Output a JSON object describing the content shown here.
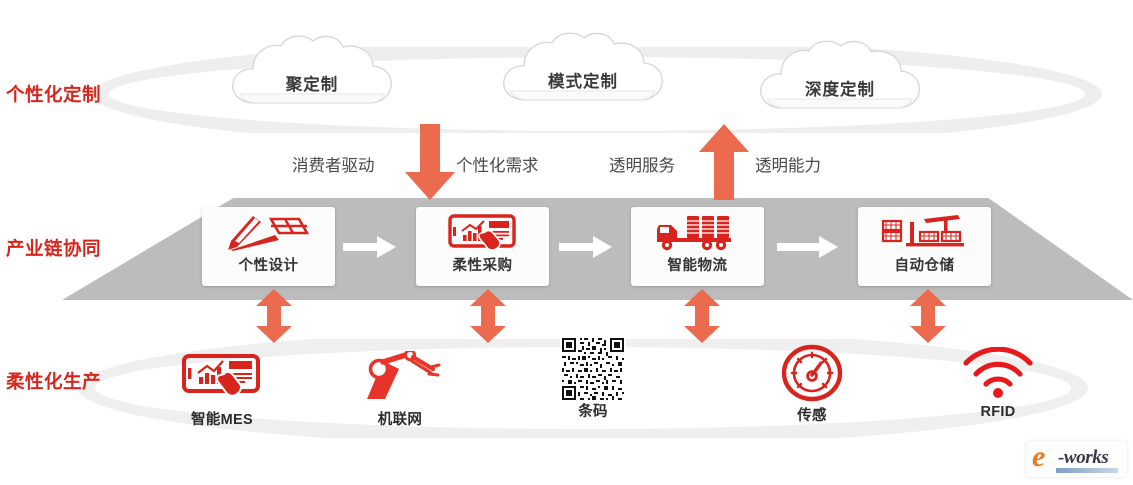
{
  "meta": {
    "colors": {
      "accent_red": "#d7261d",
      "arrow_orange": "#ec6b4e",
      "icon_red": "#d9231d",
      "band_gray": "#bcbcbc",
      "ring_gray": "#ededee",
      "logo_orange": "#e8791e",
      "logo_dark": "#3a3a46"
    }
  },
  "sections": [
    {
      "id": "customization",
      "label": "个性化定制"
    },
    {
      "id": "chain-collab",
      "label": "产业链协同"
    },
    {
      "id": "flexible-production",
      "label": "柔性化生产"
    }
  ],
  "clouds": [
    {
      "label": "聚定制",
      "icon": "cloud-shape"
    },
    {
      "label": "模式定制",
      "icon": "cloud-shape"
    },
    {
      "label": "深度定制",
      "icon": "cloud-shape"
    }
  ],
  "flow_labels": [
    {
      "label": "消费者驱动"
    },
    {
      "label": "个性化需求"
    },
    {
      "label": "透明服务"
    },
    {
      "label": "透明能力"
    }
  ],
  "vertical_arrows": [
    {
      "name": "arrow-down-main",
      "direction": "down"
    },
    {
      "name": "arrow-up-main",
      "direction": "up"
    }
  ],
  "process_steps": [
    {
      "label": "个性设计",
      "icon": "design-pen-icon"
    },
    {
      "label": "柔性采购",
      "icon": "tablet-touch-icon"
    },
    {
      "label": "智能物流",
      "icon": "delivery-truck-icon"
    },
    {
      "label": "自动仓储",
      "icon": "warehouse-crane-icon"
    }
  ],
  "tech_items": [
    {
      "label": "智能MES",
      "icon": "tablet-touch-icon"
    },
    {
      "label": "机联网",
      "icon": "robot-arm-icon"
    },
    {
      "label": "条码",
      "icon": "qr-code-icon"
    },
    {
      "label": "传感",
      "icon": "gauge-sensor-icon"
    },
    {
      "label": "RFID",
      "icon": "wifi-signal-icon"
    }
  ],
  "logo": {
    "mark": "e",
    "word": "-works"
  }
}
